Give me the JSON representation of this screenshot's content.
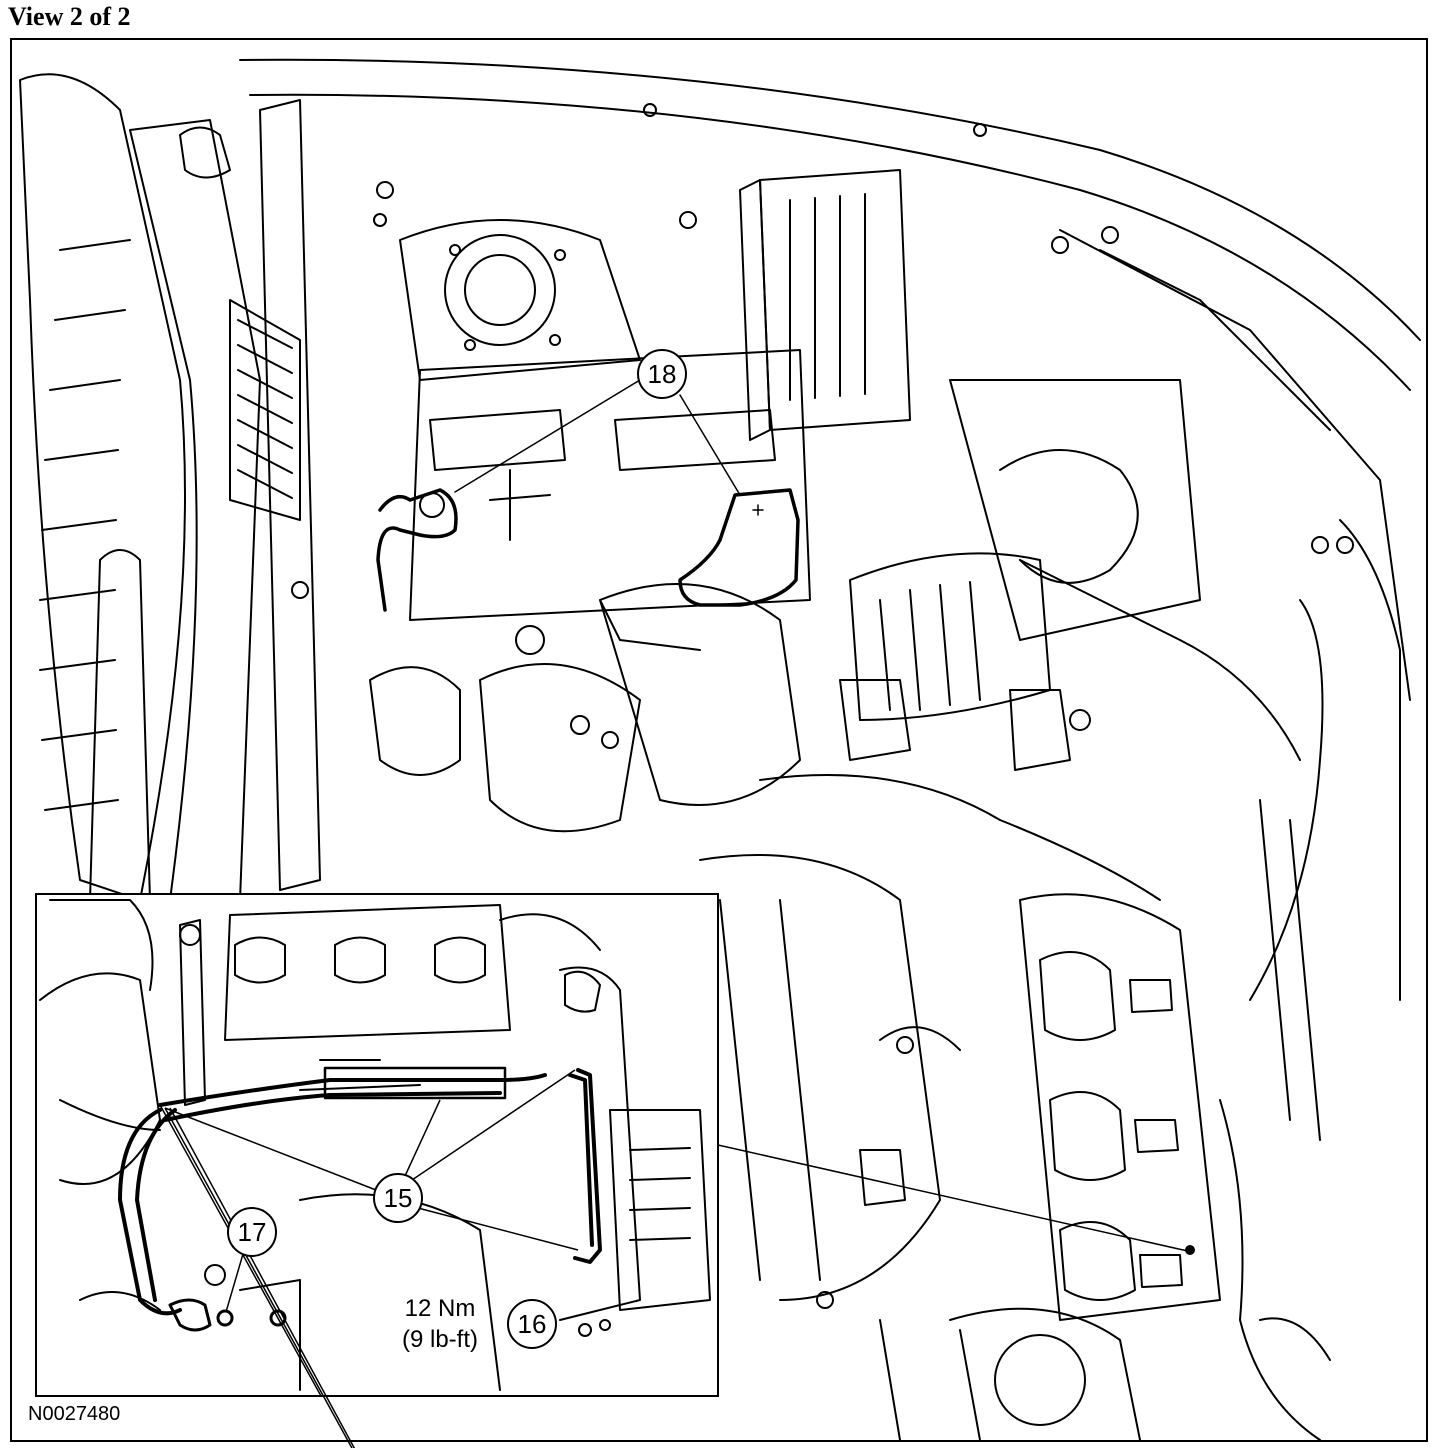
{
  "header": {
    "view_label": "View 2 of 2"
  },
  "callouts": {
    "c15": "15",
    "c16": "16",
    "c17": "17",
    "c18": "18"
  },
  "torque": {
    "metric": "12 Nm",
    "imperial": "(9 lb-ft)"
  },
  "figure": {
    "id": "N0027480"
  }
}
